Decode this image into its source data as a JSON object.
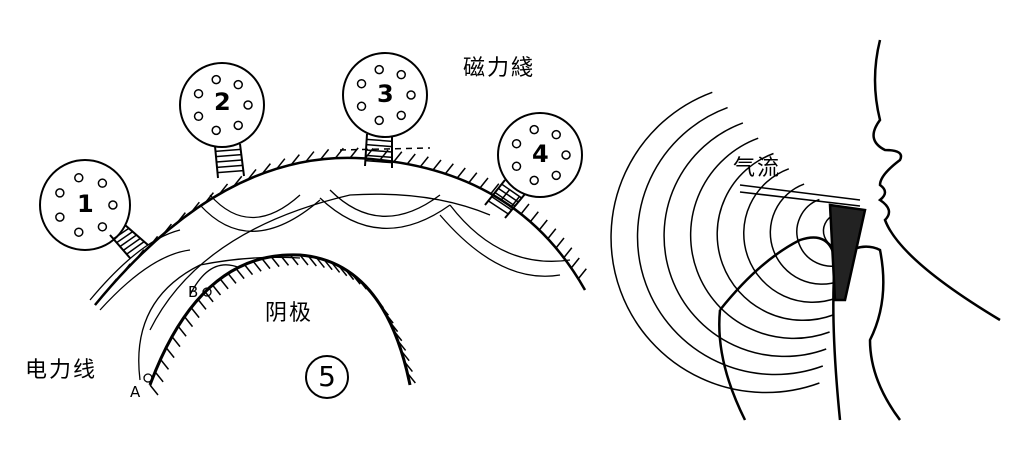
{
  "labels": {
    "magnetic_lines": "磁力綫",
    "airflow": "气流",
    "cathode": "阴极",
    "electric_lines": "电力线",
    "point_a": "A",
    "point_b": "B",
    "figure_number": "5"
  },
  "resonators": [
    "1",
    "2",
    "3",
    "4"
  ],
  "colors": {
    "ink": "#000000",
    "background": "#ffffff"
  }
}
